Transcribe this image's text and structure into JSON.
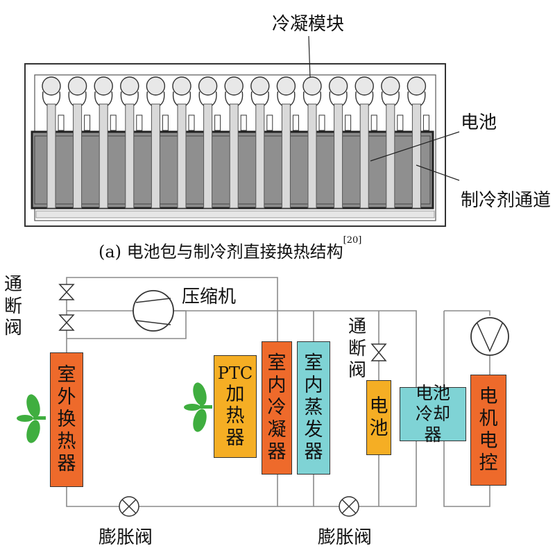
{
  "colors": {
    "orange": "#ee6a2b",
    "yellow": "#f5ae24",
    "cyan": "#7fd3d5",
    "fan_green": "#3fae3f",
    "battery_gray": "#8a8a8a",
    "line": "#8a8a8a"
  },
  "part_a": {
    "label_condensing_module": "冷凝模块",
    "label_battery": "电池",
    "label_refrigerant_channel": "制冷剂通道",
    "caption": "(a) 电池包与制冷剂直接换热结构",
    "caption_ref": "[20]"
  },
  "part_b": {
    "compressor": "压缩机",
    "shutoff_valve_left": "通断阀",
    "shutoff_valve_mid": "通断阀",
    "outdoor_heat_exchanger": "室外换热器",
    "ptc_heater_line1": "PTC",
    "ptc_heater_line2": "加热器",
    "indoor_condenser": "室内冷凝器",
    "indoor_evaporator": "室内蒸发器",
    "battery": "电池",
    "battery_cooler": "电池冷却器",
    "motor_controller": "电机电控",
    "expansion_valve_left": "膨胀阀",
    "expansion_valve_right": "膨胀阀",
    "fan_icons": [
      "fan-icon",
      "fan-icon"
    ],
    "pump_icon": "pump-icon",
    "valve_icon": "valve-icon"
  }
}
